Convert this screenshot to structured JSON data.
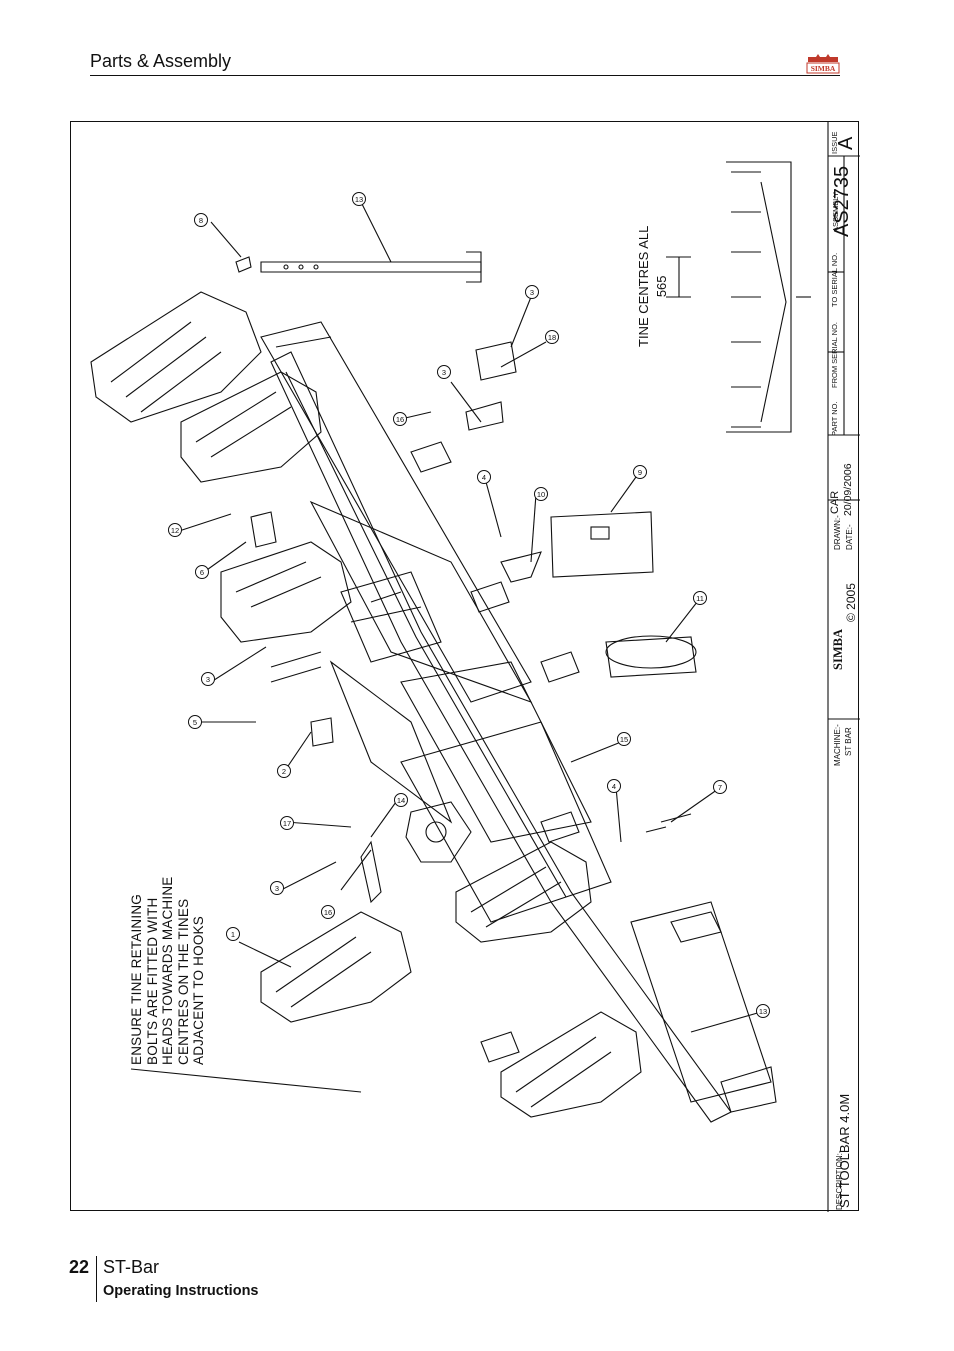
{
  "header": {
    "title": "Parts & Assembly",
    "logo_text": "SIMBA"
  },
  "drawing": {
    "note_lines": [
      "ENSURE TINE RETAINING",
      "BOLTS ARE FITTED WITH",
      "HEADS TOWARDS MACHINE",
      "CENTRES ON THE TINES",
      "ADJACENT TO HOOKS"
    ],
    "tine_centres_label": "TINE CENTRES ALL",
    "tine_centres_value": "565",
    "callouts": [
      "1",
      "2",
      "3",
      "3",
      "3",
      "3",
      "4",
      "4",
      "5",
      "6",
      "7",
      "8",
      "9",
      "10",
      "11",
      "12",
      "13",
      "13",
      "14",
      "15",
      "16",
      "16",
      "17",
      "18"
    ]
  },
  "title_block": {
    "description_label": "DESCRIPTION:-",
    "description": "ST TOOLBAR 4.0M",
    "machine_label": "MACHINE:-",
    "machine": "ST BAR",
    "brand": "SIMBA",
    "copyright": "© 2005",
    "drawn_label": "DRAWN:-",
    "drawn_by": "CAR",
    "date_label": "DATE:-",
    "date": "20/09/2006",
    "part_no_label": "PART NO.",
    "from_serial_label": "FROM SERIAL NO.",
    "to_serial_label": "TO SERIAL NO.",
    "assembly_label": "ASSEMBLY",
    "assembly_no": "AS2735",
    "issue_label": "ISSUE",
    "issue": "A"
  },
  "footer": {
    "page_number": "22",
    "title": "ST-Bar",
    "subtitle": "Operating Instructions"
  }
}
